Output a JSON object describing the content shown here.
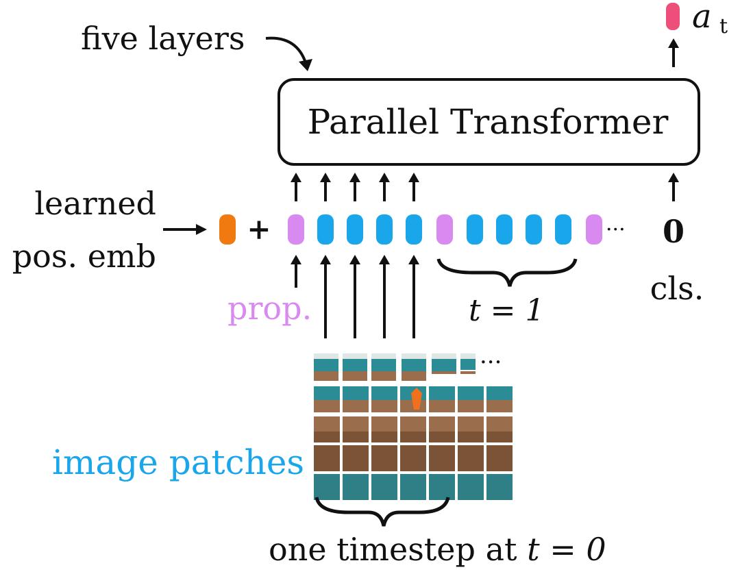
{
  "labels": {
    "five_layers": "five layers",
    "action_var": "a",
    "action_sub": "t",
    "transformer": "Parallel Transformer",
    "learned": "learned",
    "pos_emb": "pos. emb",
    "plus": "+",
    "ellipsis_tokens": "···",
    "cls_token_glyph": "0",
    "cls": "cls.",
    "prop": "prop.",
    "t_eq_1": "t = 1",
    "ellipsis_patches": "···",
    "image_patches": "image patches",
    "one_timestep_text": "one timestep at ",
    "one_timestep_math": "t = 0"
  },
  "colors": {
    "pos_emb_token": "#f07a10",
    "proprio_token": "#d98af0",
    "image_token": "#1aa6ea",
    "action_token": "#ee4f7a",
    "prop_label": "#d98af0",
    "image_label": "#1aa6ea",
    "ink": "#111111",
    "wall_teal": "#2c8c96",
    "wall_dark": "#1f6f78",
    "ceiling": "#dfe7e6",
    "desk_wood": "#9a6e4c",
    "desk_wood_dark": "#7b5438",
    "carpet": "#2f7f86",
    "cone": "#f0701e"
  },
  "token_sequence": [
    "pos_emb",
    "proprio",
    "image",
    "image",
    "image",
    "image",
    "proprio",
    "image",
    "image",
    "image",
    "image",
    "image",
    "proprio"
  ]
}
